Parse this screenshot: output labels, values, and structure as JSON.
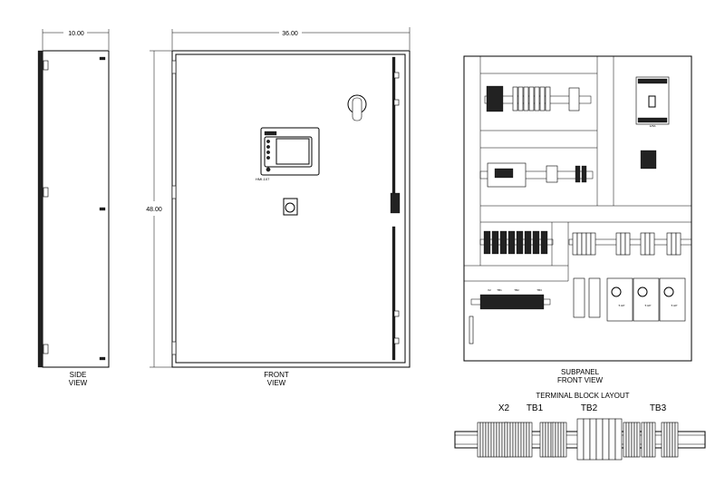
{
  "side_view": {
    "dimension": "10.00",
    "label_line1": "SIDE",
    "label_line2": "VIEW"
  },
  "front_view": {
    "width_dimension": "36.00",
    "height_dimension": "48.00",
    "label_line1": "FRONT",
    "label_line2": "VIEW",
    "hmi_tag": "HMI-107"
  },
  "subpanel": {
    "label_line1": "SUBPANEL",
    "label_line2": "FRONT VIEW",
    "mini_tb_labels": [
      "X2",
      "TB1",
      "TB2",
      "TB3"
    ],
    "ratings": {
      "main_breaker": "125A",
      "vfd_1": "5 HP",
      "vfd_2": "5 HP",
      "vfd_3": "5 HP"
    }
  },
  "terminal_layout": {
    "title": "TERMINAL BLOCK LAYOUT",
    "groups": [
      "X2",
      "TB1",
      "TB2",
      "TB3"
    ]
  }
}
